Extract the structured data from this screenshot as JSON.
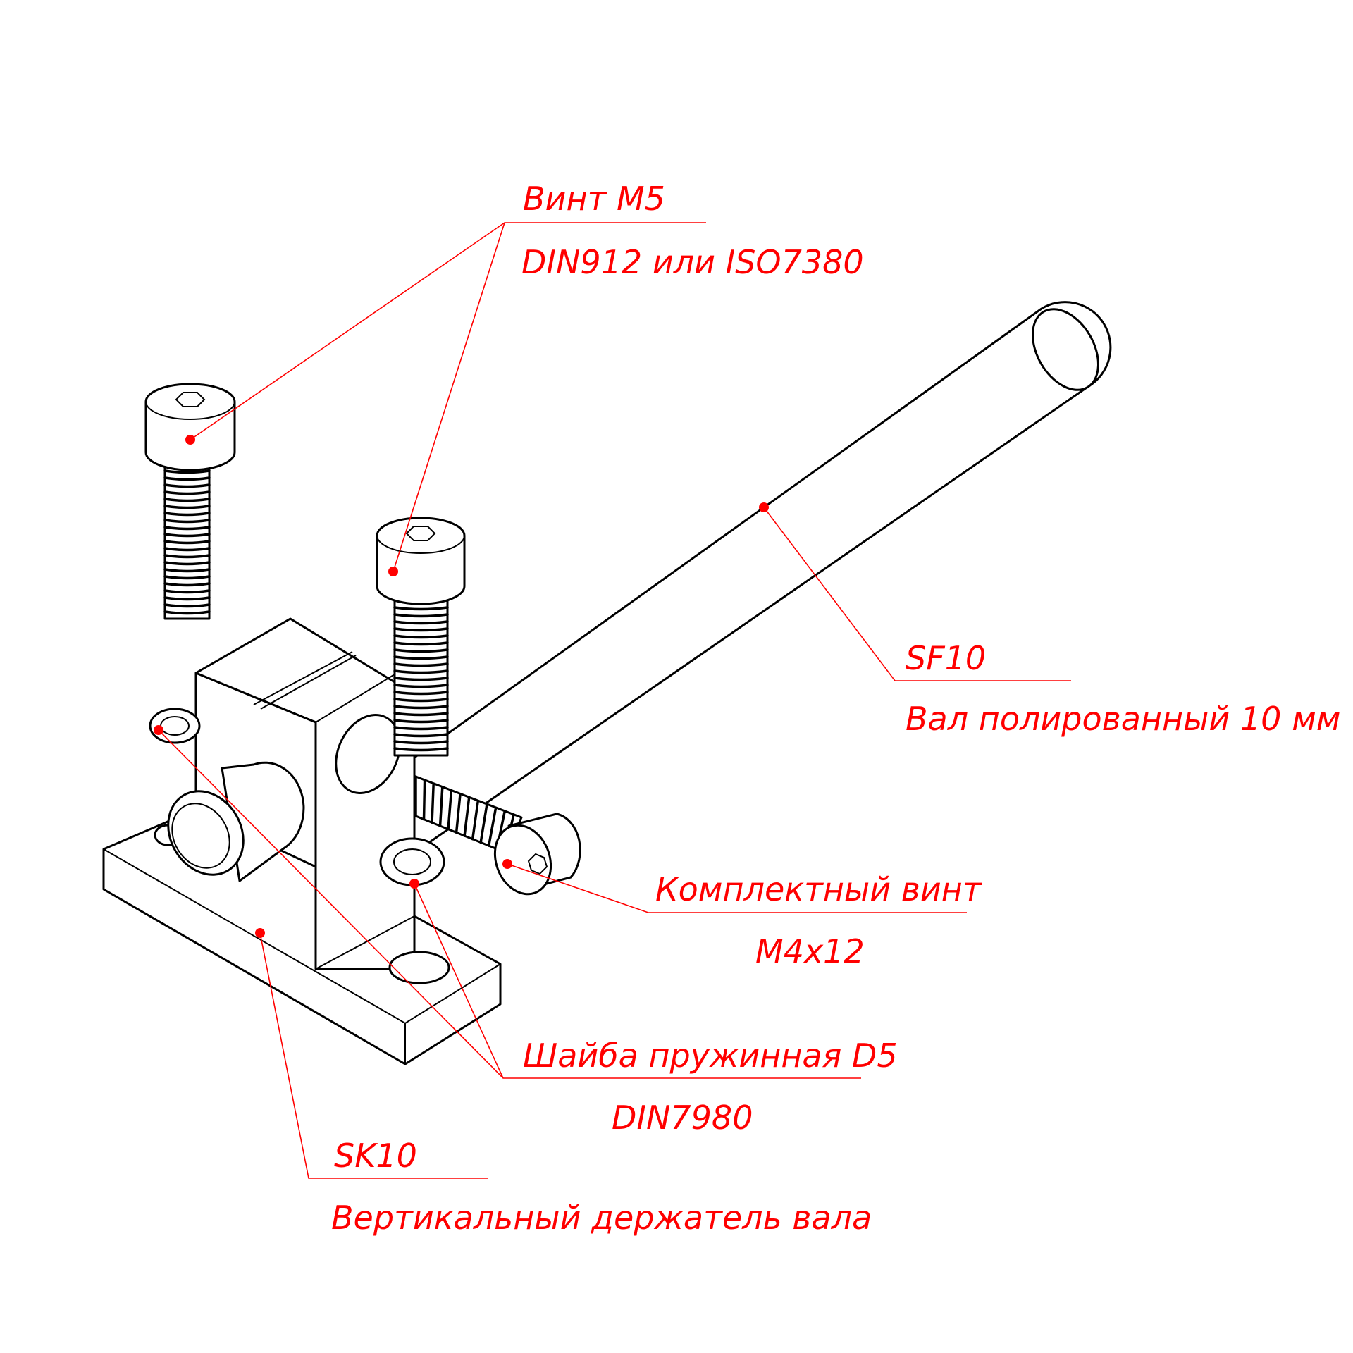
{
  "colors": {
    "annotation": "#ff0000",
    "line": "#000000",
    "background": "#ffffff"
  },
  "callouts": {
    "screw_m5": {
      "title": "Винт M5",
      "subtitle": "DIN912 или ISO7380"
    },
    "shaft": {
      "title": "SF10",
      "subtitle": "Вал полированный 10 мм"
    },
    "set_screw": {
      "title": "Комплектный винт",
      "subtitle": "M4x12"
    },
    "washer": {
      "title": "Шайба пружинная D5",
      "subtitle": "DIN7980"
    },
    "holder": {
      "title": "SK10",
      "subtitle": "Вертикальный держатель вала"
    }
  }
}
